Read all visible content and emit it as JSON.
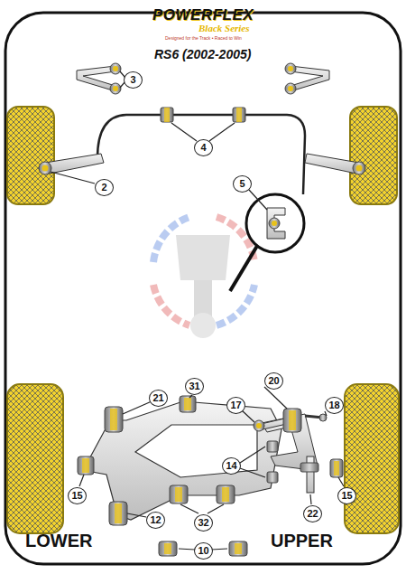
{
  "diagram": {
    "title": "RS6 (2002-2005)",
    "labels": [
      "POWERFLEX",
      "Black Series",
      "Designed for the Track • Raced to Win",
      "3",
      "4",
      "2",
      "5",
      "21",
      "31",
      "20",
      "17",
      "18",
      "14",
      "15",
      "12",
      "32",
      "22",
      "15",
      "10",
      "LOWER",
      "UPPER"
    ]
  }
}
